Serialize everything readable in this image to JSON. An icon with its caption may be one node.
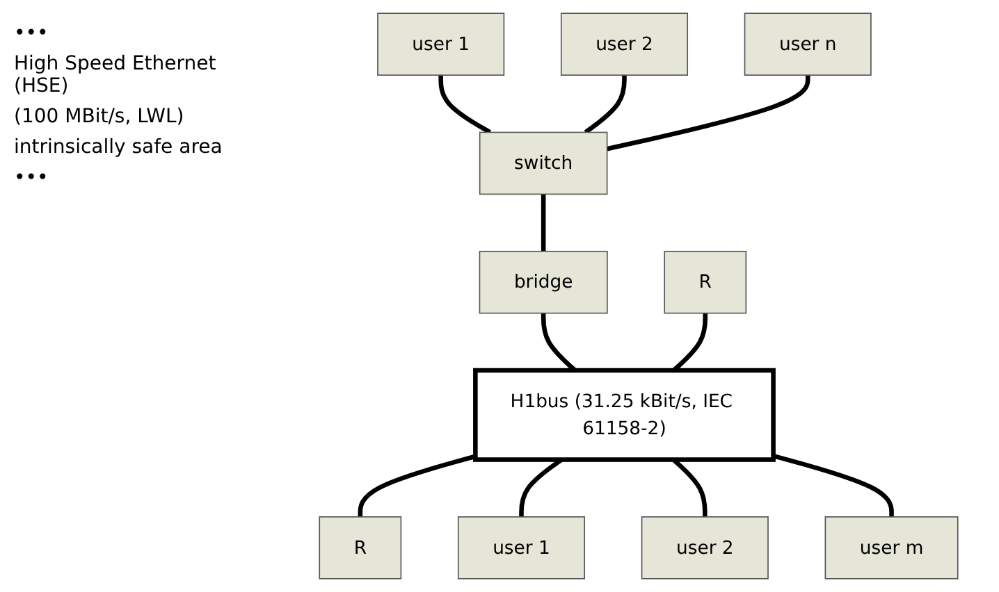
{
  "diagram": {
    "nodes": [
      {
        "text": [
          "user 2"
        ]
      },
      {
        "text": [
          "user 1"
        ]
      },
      {
        "text": [
          "user n"
        ]
      },
      {
        "text": [
          "switch"
        ]
      },
      {
        "text": [
          "bridge"
        ]
      },
      {
        "text": [
          "R"
        ]
      },
      {
        "text": [
          "H1bus (31.25 kBit/s, IEC 61158-2)"
        ]
      },
      {
        "text": [
          "R"
        ]
      },
      {
        "text": [
          "user 1"
        ]
      },
      {
        "text": [
          "user 2"
        ]
      },
      {
        "text": [
          "user m"
        ]
      }
    ],
    "edges": [
      {
        "from": 1,
        "to": 3,
        "arrow": "none"
      },
      {
        "from": 0,
        "to": 3,
        "arrow": "none"
      },
      {
        "from": 2,
        "to": 3,
        "arrow": "none"
      },
      {
        "from": 3,
        "to": 4,
        "arrow": "none"
      },
      {
        "from": 4,
        "to": 6,
        "arrow": "none"
      },
      {
        "from": 5,
        "to": 6,
        "arrow": "none"
      },
      {
        "from": 6,
        "to": 7,
        "arrow": "none"
      },
      {
        "from": 6,
        "to": 8,
        "arrow": "none"
      },
      {
        "from": 6,
        "to": 9,
        "arrow": "none"
      },
      {
        "from": 6,
        "to": 10,
        "arrow": "none"
      }
    ],
    "labels": [
      "•••",
      "High Speed Ethernet (HSE)",
      "(100 MBit/s, LWL)",
      "intrinsically safe area",
      "•••"
    ]
  }
}
